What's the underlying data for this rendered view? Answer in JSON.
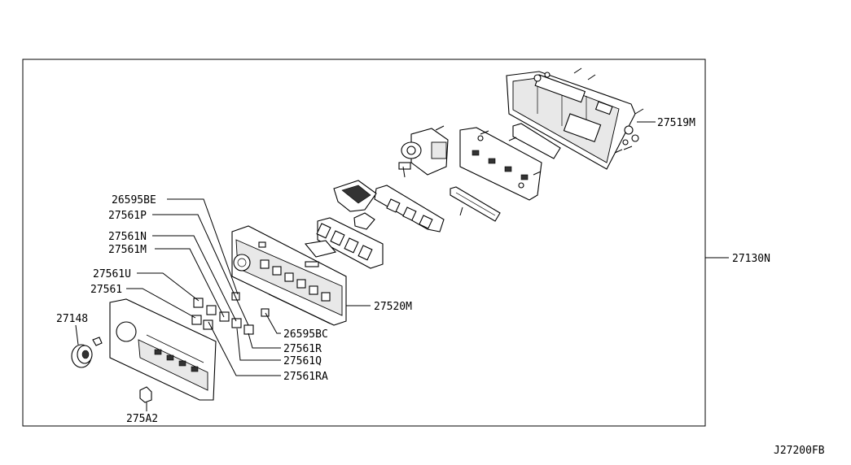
{
  "diagram_code": "J27200FB",
  "callouts": {
    "p27130N": "27130N",
    "p27519M": "27519M",
    "p27520M": "27520M",
    "p26595BE": "26595BE",
    "p27561P": "27561P",
    "p27561N": "27561N",
    "p27561M": "27561M",
    "p27561U": "27561U",
    "p27561": "27561",
    "p27148": "27148",
    "p26595BC": "26595BC",
    "p27561R": "27561R",
    "p27561Q": "27561Q",
    "p27561RA": "27561RA",
    "p275A2": "275A2"
  },
  "colors": {
    "line": "#000000",
    "background": "#ffffff"
  }
}
